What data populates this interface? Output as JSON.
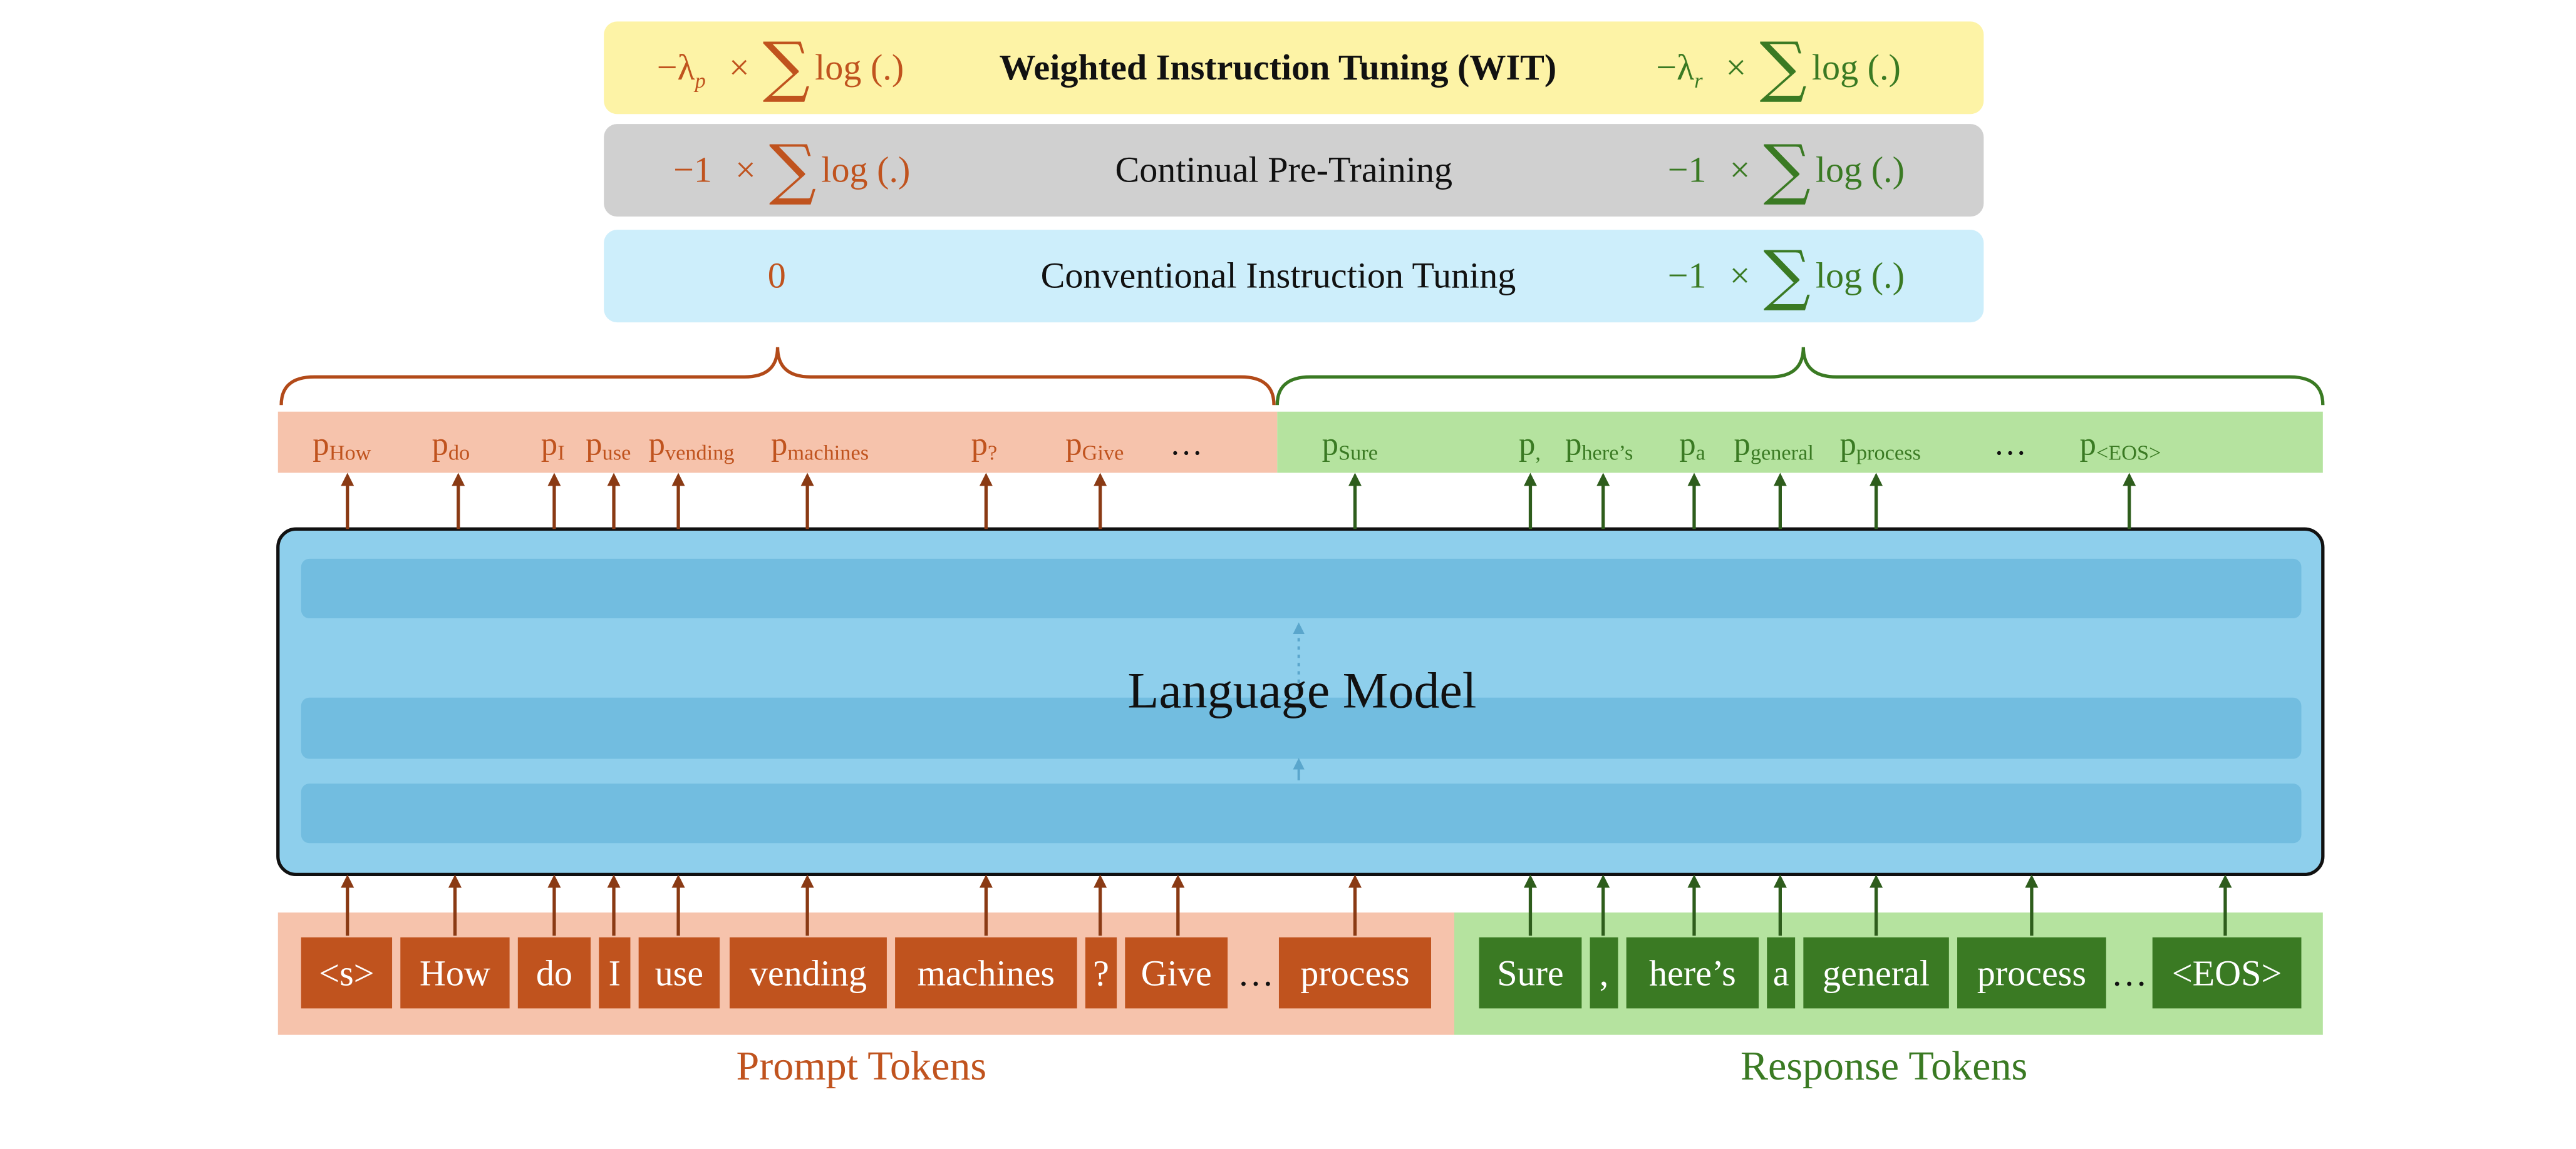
{
  "colors": {
    "prompt_accent": "#c0531e",
    "response_accent": "#3a7a23",
    "prompt_bg": "#f6c3ac",
    "response_bg": "#b5e39f",
    "wit_band": "#fdf3a6",
    "cpt_band": "#d0d0d0",
    "cit_band": "#cdeefb",
    "lm_fill": "#8ecfec",
    "lm_layer": "#72bde0"
  },
  "objectives": {
    "wit": {
      "label": "Weighted Instruction Tuning (WIT)",
      "prompt_weight": "−λ",
      "prompt_weight_sub": "p",
      "response_weight": "−λ",
      "response_weight_sub": "r"
    },
    "cpt": {
      "label": "Continual Pre-Training",
      "prompt_weight": "−1",
      "response_weight": "−1"
    },
    "cit": {
      "label": "Conventional Instruction Tuning",
      "prompt_weight": "0",
      "response_weight": "−1"
    },
    "times": "×",
    "sum": "∑",
    "log_term": "log (.)"
  },
  "probabilities": {
    "symbol": "p",
    "prompt": [
      "How",
      "do",
      "I",
      "use",
      "vending",
      "machines",
      "?",
      "Give"
    ],
    "response": [
      "Sure",
      ",",
      "here’s",
      "a",
      "general",
      "process"
    ],
    "response_last": "<EOS>",
    "ellipsis": "…"
  },
  "model": {
    "label": "Language Model"
  },
  "tokens": {
    "prompt": [
      "<s>",
      "How",
      "do",
      "I",
      "use",
      "vending",
      "machines",
      "?",
      "Give",
      "process"
    ],
    "response": [
      "Sure",
      ",",
      "here’s",
      "a",
      "general",
      "process",
      "<EOS>"
    ],
    "ellipsis": "…"
  },
  "captions": {
    "prompt": "Prompt Tokens",
    "response": "Response Tokens"
  }
}
